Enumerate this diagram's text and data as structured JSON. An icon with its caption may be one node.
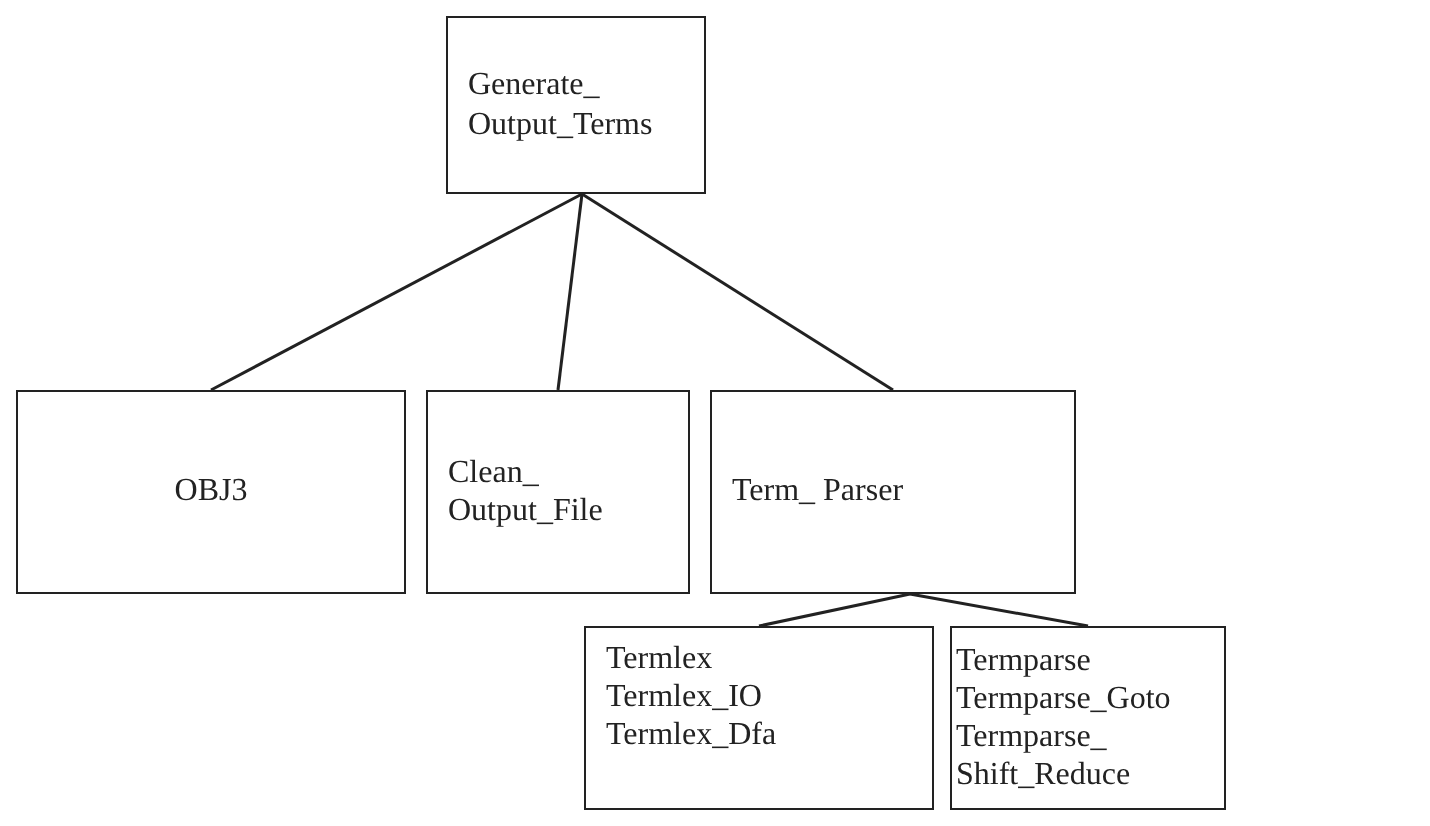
{
  "diagram": {
    "nodes": [
      {
        "text": [
          "Generate_ Output_Terms"
        ]
      },
      {
        "text": [
          "OBJ3"
        ]
      },
      {
        "text": [
          "Clean_ Output_File"
        ]
      },
      {
        "text": [
          "Term_ Parser"
        ]
      },
      {
        "text": [
          "Termlex",
          "Termlex_IO",
          "Termlex_Dfa"
        ]
      },
      {
        "text": [
          "Termparse",
          "Termparse_Goto",
          "Termparse_ Shift_Reduce"
        ]
      }
    ],
    "edges": [
      {
        "from": 0,
        "to": 1,
        "arrow": "none"
      },
      {
        "from": 0,
        "to": 2,
        "arrow": "none"
      },
      {
        "from": 0,
        "to": 3,
        "arrow": "none"
      },
      {
        "from": 3,
        "to": 4,
        "arrow": "none"
      },
      {
        "from": 3,
        "to": 5,
        "arrow": "none"
      }
    ]
  }
}
